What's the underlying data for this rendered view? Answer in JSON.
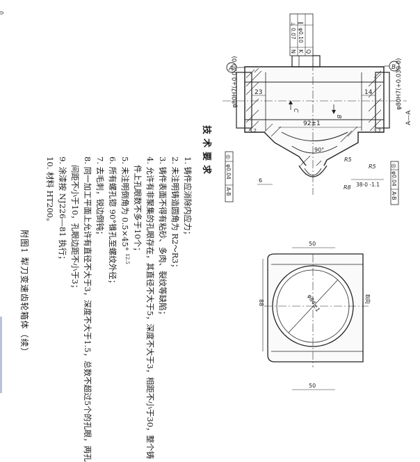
{
  "page": {
    "number_mark": "0"
  },
  "drawing": {
    "datum_a": "A",
    "datum_b": "B",
    "section_label": "A—A",
    "view_arrow_c": "C",
    "view_arrow_b": "B",
    "view_b_label": "B向",
    "dims": {
      "bore_left": "φ80H7(+0.030 0)",
      "bore_right": "φ80H7(+0.030 0)",
      "width_23": "23",
      "width_14": "14",
      "center_92": "92±1",
      "angle_90": "90°",
      "r5_a": "R5",
      "r5_b": "R5",
      "r8": "R8",
      "dim_6": "6",
      "dim_38": "38-0 -1.1",
      "rough_32_left": "3.2",
      "rough_32_right": "3.2",
      "dim_50_top": "50",
      "dim_50_bottom": "50",
      "dim_88": "88",
      "dia_84": "φ84±1"
    },
    "fcf_top": [
      {
        "symbol": "⊥",
        "value": "0.07",
        "datum": "N"
      },
      {
        "symbol": "∥",
        "value": "φ0.10",
        "datum": "K"
      },
      {
        "symbol": "",
        "value": "",
        "datum": "Q"
      }
    ],
    "fcf_left": {
      "symbol": "◎",
      "value": "φ0.04",
      "datum": "A-B"
    },
    "fcf_right": {
      "symbol": "◎",
      "value": "φ0.04",
      "datum": "A-B"
    }
  },
  "notes": {
    "heading": "技术要求",
    "items": [
      "1. 铸件应消除内应力；",
      "2. 未注明铸造圆角为 R2～R3；",
      "3. 铸件表面不得有粘砂、多肉、裂纹等缺陷；",
      "4. 允许有非聚集的孔眼存在，其直径不大于5，深度不大于3，相距不小于30，整个铸",
      "件上孔眼数不多于10个；",
      "5. 未注明倒角为 0.5×45°",
      "6. 所有螺孔锪 90°锥孔至螺纹外径；",
      "7. 去毛刺，锐边倒钝；",
      "8. 同一加工平面上允许有直径不大于3，深度不大于1.5，总数不超过5个的孔眼，两孔",
      "间距不小于10，孔眼边距不小于3；",
      "9. 涂漆按 NJ226—81 执行；",
      "10. 材料 HT200。"
    ],
    "chamfer_rough": "12.5"
  },
  "caption": "附图1  犁刀变速齿轮箱体（续）"
}
